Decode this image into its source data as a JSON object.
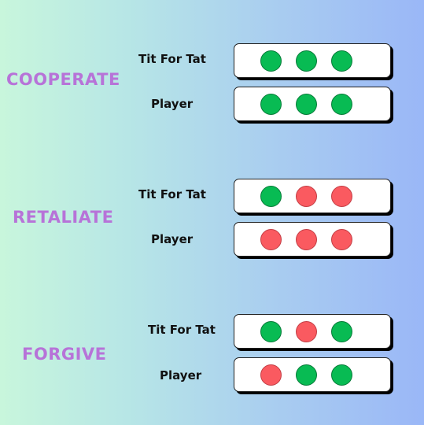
{
  "sections": [
    {
      "label": "COOPERATE",
      "rows": [
        {
          "label": "Tit For Tat",
          "dots": [
            "green",
            "green",
            "green"
          ]
        },
        {
          "label": "Player",
          "dots": [
            "green",
            "green",
            "green"
          ]
        }
      ]
    },
    {
      "label": "RETALIATE",
      "rows": [
        {
          "label": "Tit For Tat",
          "dots": [
            "green",
            "red",
            "red"
          ]
        },
        {
          "label": "Player",
          "dots": [
            "red",
            "red",
            "red"
          ]
        }
      ]
    },
    {
      "label": "FORGIVE",
      "rows": [
        {
          "label": "Tit For Tat",
          "dots": [
            "green",
            "red",
            "green"
          ]
        },
        {
          "label": "Player",
          "dots": [
            "red",
            "green",
            "green"
          ]
        }
      ]
    }
  ],
  "colors": {
    "green": "#08bb53",
    "red": "#fa5a60",
    "section_label": "#b773d8"
  }
}
